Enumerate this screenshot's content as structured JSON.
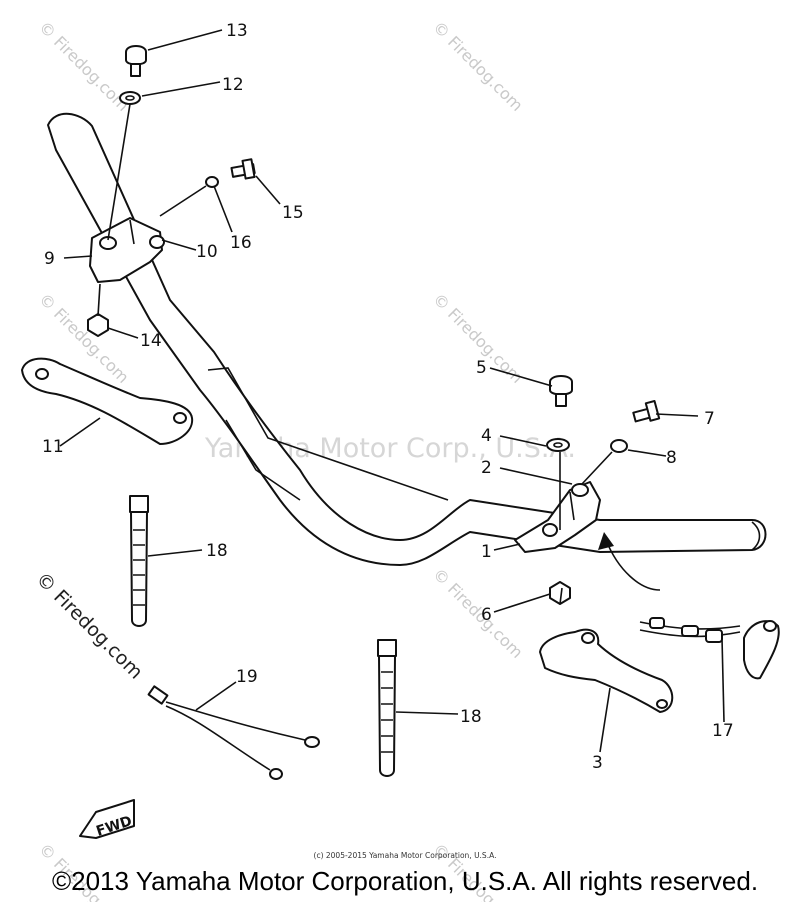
{
  "watermarks": {
    "corner": "© Firedog.com",
    "center": "Yamaha Motor Corp., U.S.A."
  },
  "callouts": [
    "1",
    "2",
    "3",
    "4",
    "5",
    "6",
    "7",
    "8",
    "9",
    "10",
    "11",
    "12",
    "13",
    "14",
    "15",
    "16",
    "17",
    "18",
    "18",
    "19"
  ],
  "fwd_label": "FWD",
  "copyright_small": "(c) 2005-2015 Yamaha Motor Corporation, U.S.A.",
  "copyright_main": "©2013 Yamaha Motor Corporation, U.S.A. All rights reserved."
}
